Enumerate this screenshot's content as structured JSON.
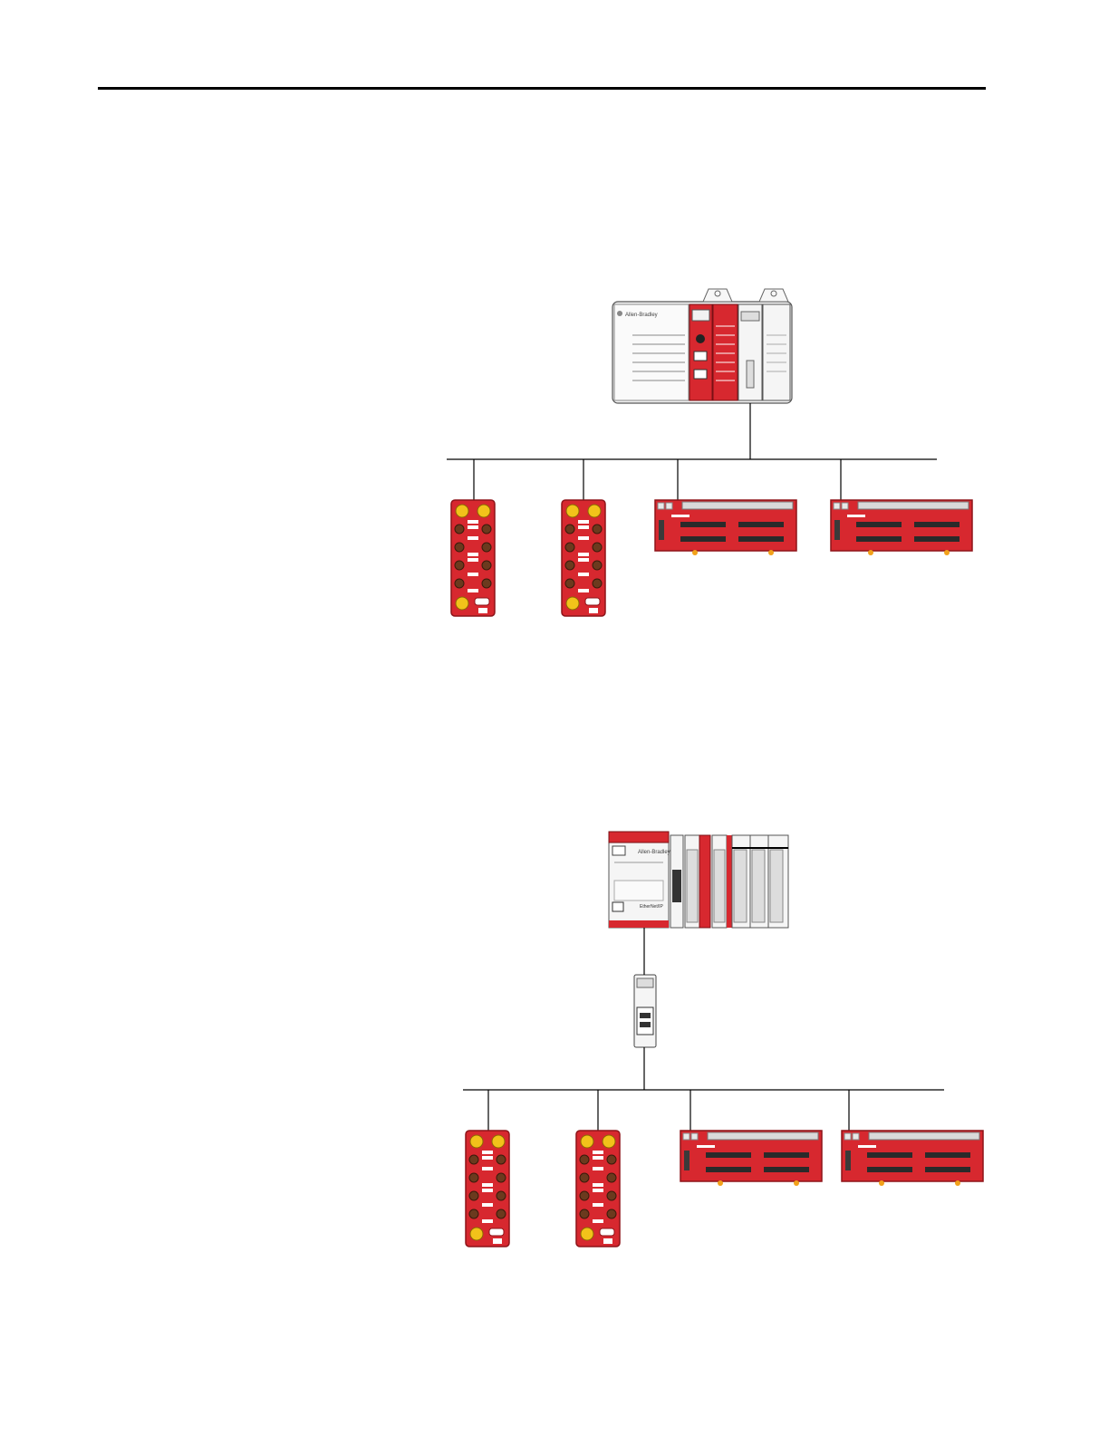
{
  "page": {
    "background": "#ffffff"
  },
  "colors": {
    "device_red": "#d7282f",
    "device_dark": "#8e1419",
    "connector_yellow": "#f2c21a",
    "connector_brown": "#6b3a1e",
    "chassis_gray": "#f2f2f2",
    "outline": "#444444",
    "network_line": "#000000"
  },
  "brand_labels": {
    "chassis": "Allen-Bradley",
    "io_block": "Allen-Bradley",
    "adapter": "Allen-Bradley",
    "adapter_port": "EtherNet/IP"
  },
  "figures": [
    {
      "id": "controllogix-topology",
      "head": "controllogix-chassis",
      "devices": [
        "armorblock-module",
        "armorblock-module",
        "guard-io-module",
        "guard-io-module"
      ]
    },
    {
      "id": "compactlogix-topology",
      "head": "compactlogix-controller",
      "switch": "ethernet-switch",
      "devices": [
        "armorblock-module",
        "armorblock-module",
        "guard-io-module",
        "guard-io-module"
      ]
    }
  ]
}
